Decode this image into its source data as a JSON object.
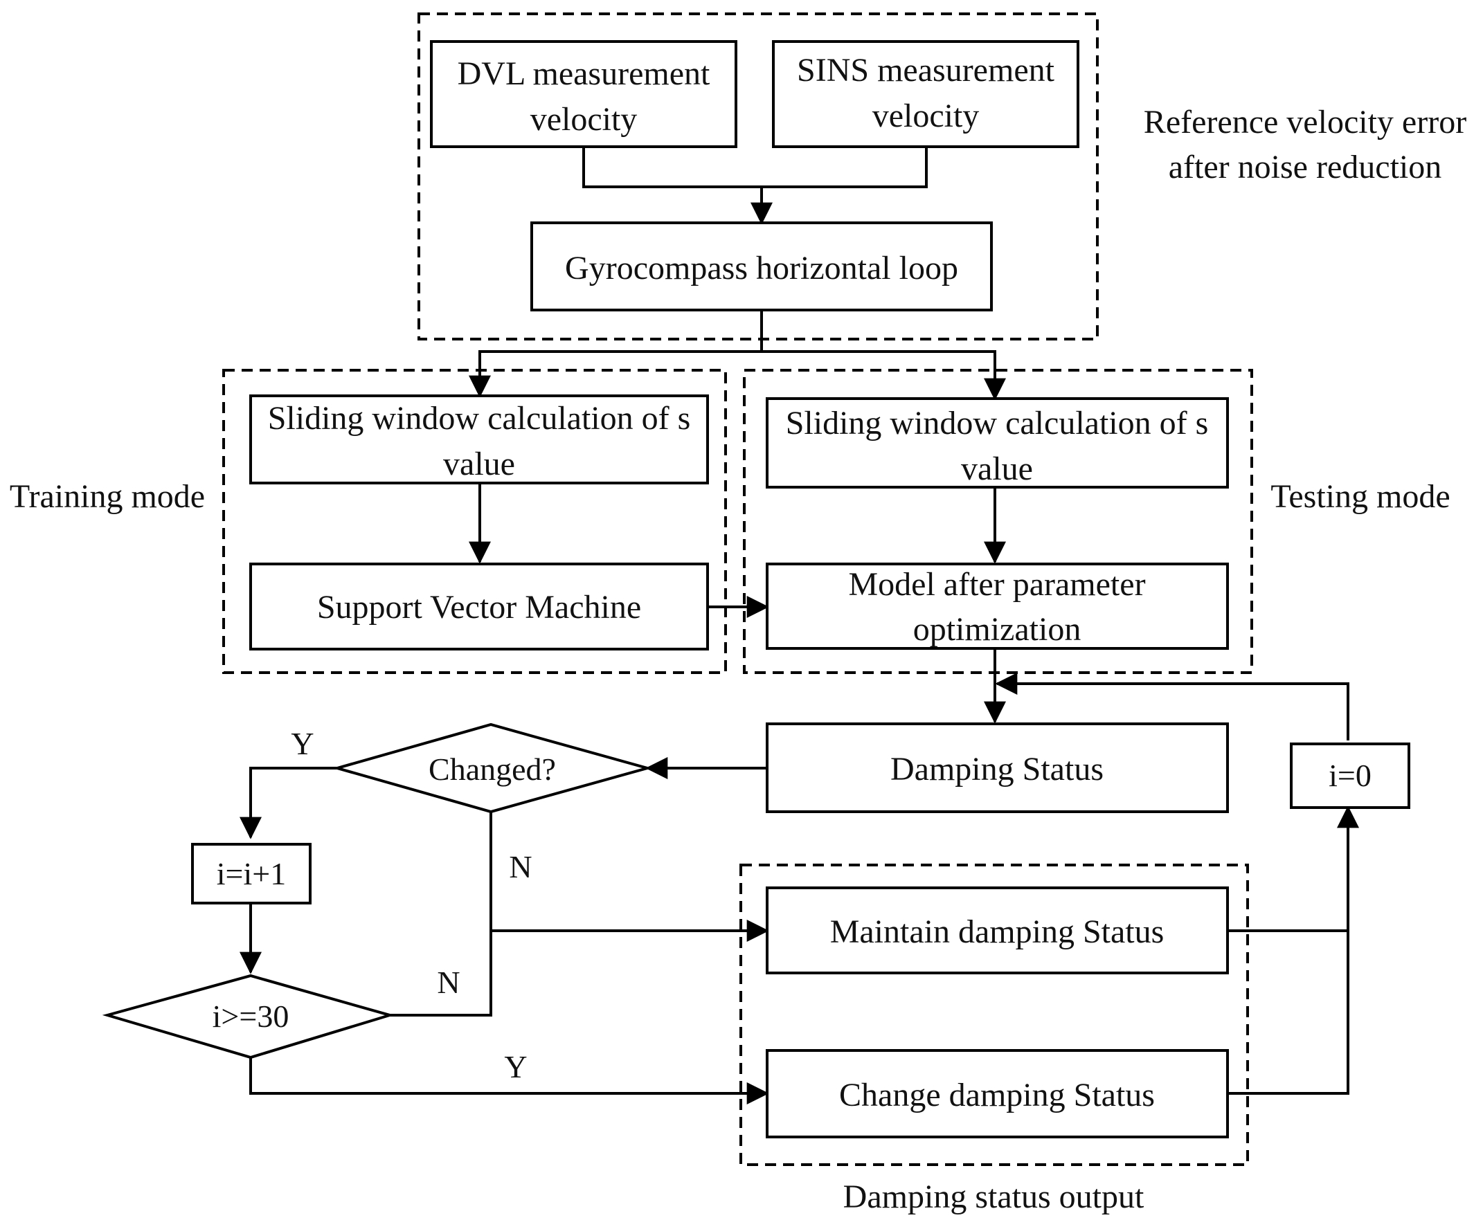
{
  "groups": {
    "reference": [
      "Reference velocity error",
      "after noise reduction"
    ],
    "training": "Training mode",
    "testing": "Testing mode",
    "output": "Damping status output"
  },
  "nodes": {
    "dvl": [
      "DVL measurement",
      "velocity"
    ],
    "sins": [
      "SINS measurement",
      "velocity"
    ],
    "gyro": "Gyrocompass horizontal loop",
    "sw_train": [
      "Sliding window calculation of s",
      "value"
    ],
    "svm": "Support Vector Machine",
    "sw_test": [
      "Sliding window calculation of s",
      "value"
    ],
    "model": [
      "Model after parameter",
      "optimization"
    ],
    "damping": "Damping Status",
    "changed": "Changed?",
    "inc": "i=i+1",
    "ge30": "i>=30",
    "reset": "i=0",
    "maintain": "Maintain damping Status",
    "change": "Change damping Status"
  },
  "edges": {
    "changed_yes": "Y",
    "changed_no": "N",
    "ge30_no": "N",
    "ge30_yes": "Y"
  }
}
